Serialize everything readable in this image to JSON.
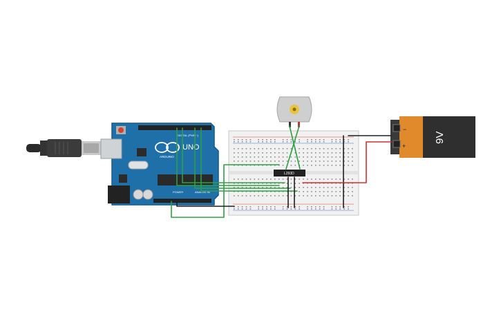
{
  "arduino": {
    "brand": "ARDUINO",
    "model": "UNO",
    "digital_label": "DIGITAL (PWM~)",
    "power_label": "POWER",
    "analog_label": "ANALOG IN",
    "colors": {
      "board": "#1f6fa8",
      "board_dark": "#175a8a"
    }
  },
  "ic": {
    "label": "L293D"
  },
  "battery": {
    "label": "9V",
    "minus": "−",
    "plus": "+",
    "colors": {
      "body": "#2f2f2f",
      "label": "#e08a2c"
    }
  },
  "wires": {
    "colors": {
      "signal": "#2ea043",
      "ground": "#1f1f1f",
      "power": "#d0302b"
    }
  },
  "icons": {
    "usb": "usb-cable-icon",
    "motor": "dc-motor-icon",
    "battery": "battery-9v-icon"
  }
}
